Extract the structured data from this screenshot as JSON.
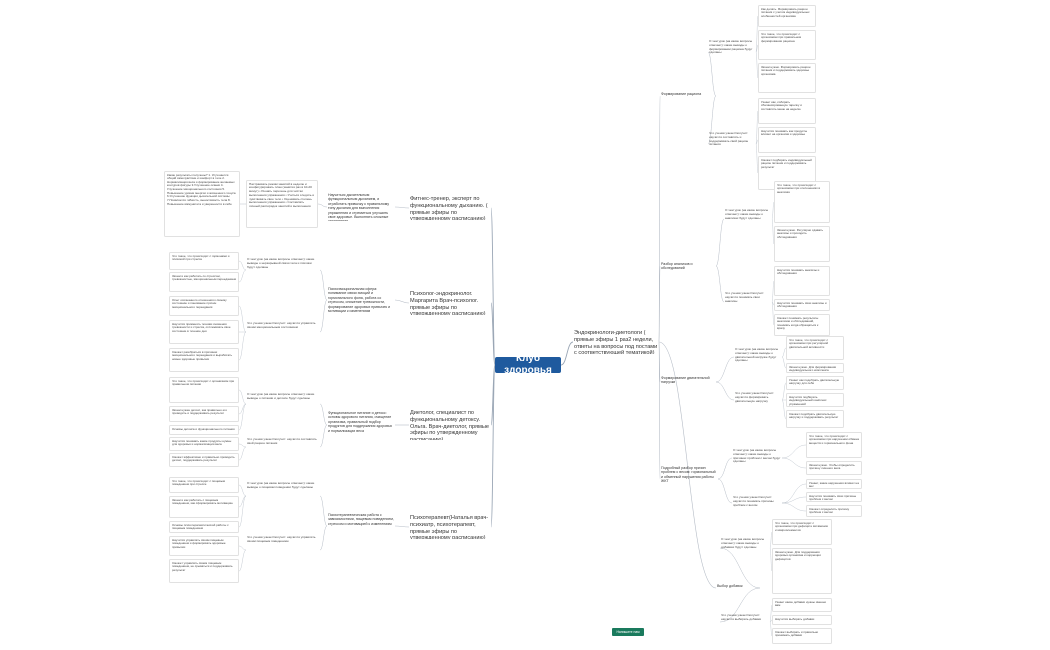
{
  "root": {
    "title": "Клуб здоровья"
  },
  "feedback_button": "Напишите нам",
  "theme_color": "#1f5a9e",
  "topics": [
    {
      "id": "t1",
      "label": "Фитнес-тренер, эксперт по функциональному дыханию. ( прямые эфиры по утвержденному расписанию)"
    },
    {
      "id": "t2",
      "label": "Психолог-эндокринолог. Маргарита Врач-психолог. прямые эфиры по утвержденному расписанию)"
    },
    {
      "id": "t3",
      "label": "Диетолог, специалист по функциональному детоксу. Ольга. Врач-диетолог, прямые эфиры по утвержденному расписанию)"
    },
    {
      "id": "t4",
      "label": "Психотерапевт(Наталья врач-психиатр, психотерапевт, прямые эфиры по утвержденному расписанию)"
    },
    {
      "id": "t5",
      "label": "Эндокринологи-диетологи ( прямые эфиры 1 раз2 недели, ответы на вопросы под постами с соответствующей тематикой)"
    }
  ],
  "left_nodes": [
    {
      "id": "l1",
      "label": "Научиться дыхательным функциональным дыханием, и отработать привычку к правильному типу дыхания для выполнения упражнения и стремиться улучшить свое здоровье. Выполнять сложные упражнения."
    },
    {
      "id": "l1a",
      "label": "Настраивать режим занятий в неделю и конфигурировать план (занятия раз в 10-20 минут) • Решать перечень для чистки выполнения упражнения • Учиться следить и чувствовать свое тело • Оценивать степень выполнения упражнения • Составлять личный распорядок занятий и выполнения"
    },
    {
      "id": "l1b",
      "label": "Какие результаты получены? 1. Улучшается общий самочувствие и комфорт в теле 2. Нормализация веса и формирование желаемых контуров фигуры 3.Улучшение осанки 4. Улучшение эмоционального состояния 5. Повышение уровня энергии и жизненного тонуса 6.Улучшение функции дыхательной системы 7.Появляется гибкость, выносливость тела 8. Повышение иммунитета и уверенности в себе"
    },
    {
      "id": "l2",
      "label": "Психоэмоциональная сфера: понимание связи эмоций и гормонального фона, работа со стрессом, снижение тревожности, формирование здоровых привычек и мотивации к изменениям"
    },
    {
      "id": "l2a",
      "label": "О чем урок (на какие вопросы отвечает): какие выводы о неразрывной связи тела и психики будут сделаны"
    },
    {
      "id": "l2a1",
      "label": "Что такое, что происходит с гормонами и психикой при стрессе"
    },
    {
      "id": "l2a2",
      "label": "Зачем и как работать со стрессом, тревожностью, эмоциональным перееданием"
    },
    {
      "id": "l2b",
      "label": "Что ученик узнает/получит: научится управлять своим эмоциональным состоянием"
    },
    {
      "id": "l2b1",
      "label": "Опыт осознанного отношения к своему состоянию и понимание причин эмоционального переедания"
    },
    {
      "id": "l2b2",
      "label": "Научится применять техники снижения тревожности и стресса, отслеживать свое состояние в течение дня"
    },
    {
      "id": "l2b3",
      "label": "Сможет разобраться в причинах эмоционального переедания и выработать новые здоровые привычки"
    },
    {
      "id": "l3",
      "label": "Функциональное питание и детокс: основы здорового питания, очищение организма, правильный подбор продуктов для поддержания здоровья и нормализации веса"
    },
    {
      "id": "l3a",
      "label": "О чем урок (на какие вопросы отвечает): какие выводы о питании и детоксе будут сделаны"
    },
    {
      "id": "l3a1",
      "label": "Что такое, что происходит с организмом при правильном питании"
    },
    {
      "id": "l3a2",
      "label": "Зачем нужен детокс, как правильно его проводить и поддерживать результат"
    },
    {
      "id": "l3a3",
      "label": "Основы детокса и функционального питания"
    },
    {
      "id": "l3b",
      "label": "Что ученик узнает/получит: научится составлять свой рацион питания"
    },
    {
      "id": "l3b1",
      "label": "Научится понимать какие продукты нужны для здоровья и нормализации веса"
    },
    {
      "id": "l3b2",
      "label": "Сможет эффективно и правильно проводить детокс, поддерживать результат"
    },
    {
      "id": "l4",
      "label": "Психотерапевтическая работа с зависимостями, пищевым поведением, стрессом и мотивацией к изменениям"
    },
    {
      "id": "l4a",
      "label": "О чем урок (на какие вопросы отвечает): какие выводы о пищевом поведении будут сделаны"
    },
    {
      "id": "l4a1",
      "label": "Что такое, что происходит с пищевым поведением при стрессе"
    },
    {
      "id": "l4a2",
      "label": "Зачем и как работать с пищевым поведением, как сформировать мотивацию"
    },
    {
      "id": "l4a3",
      "label": "Основы психотерапевтической работы с пищевым поведением"
    },
    {
      "id": "l4b",
      "label": "Что ученик узнает/получит: научится управлять своим пищевым поведением"
    },
    {
      "id": "l4b1",
      "label": "Научится управлять своим пищевым поведением и формировать здоровые привычки"
    },
    {
      "id": "l4b2",
      "label": "Сможет управлять своим пищевым поведением, не срываться и поддерживать результат"
    }
  ],
  "right_nodes": [
    {
      "id": "r1",
      "label": "Формирование рациона"
    },
    {
      "id": "r1a",
      "label": "О чем урок (на какие вопросы отвечает): какие выводы о формировании рациона будут сделаны"
    },
    {
      "id": "r1a1",
      "label": "Как делать. Формировать рацион питания с учетом индивидуальных особенностей организма"
    },
    {
      "id": "r1a2",
      "label": "Что такое, что происходит с организмом при правильном формировании рациона"
    },
    {
      "id": "r1a3",
      "label": "Зачем нужно. Формировать рацион питания и поддерживать здоровье организма"
    },
    {
      "id": "r1b",
      "label": "Что ученик узнает/получит: научится составлять и поддерживать свой рацион питания"
    },
    {
      "id": "r1b1",
      "label": "Узнает как, собирать сбалансированную тарелку и составлять меню на неделю"
    },
    {
      "id": "r1b2",
      "label": "Научится понимать как продукты влияют на организм и здоровье"
    },
    {
      "id": "r1b3",
      "label": "Сможет подбирать индивидуальный рацион питания и поддерживать результат"
    },
    {
      "id": "r2",
      "label": "Разбор анализов и обследований"
    },
    {
      "id": "r2a",
      "label": "О чем урок (на какие вопросы отвечает): какие выводы о анализах будут сделаны"
    },
    {
      "id": "r2a1",
      "label": "Что такое, что происходит с организмом при отклонениях в анализах"
    },
    {
      "id": "r2a2",
      "label": "Зачем нужно. Регулярно сдавать анализы и проходить обследования"
    },
    {
      "id": "r2b",
      "label": "Что ученик узнает/получит: научится понимать свои анализы"
    },
    {
      "id": "r2b1",
      "label": "Научится понимать анализы и обследования"
    },
    {
      "id": "r2b2",
      "label": "Научится понимать свои анализы и обследования"
    },
    {
      "id": "r2b3",
      "label": "Сможет понимать результаты анализов и обследований, понимать когда обращаться к врачу"
    },
    {
      "id": "r3",
      "label": "Формирование двигательной нагрузки"
    },
    {
      "id": "r3a",
      "label": "О чем урок (на какие вопросы отвечает): какие выводы о двигательной нагрузке будут сделаны"
    },
    {
      "id": "r3a1",
      "label": "Что такое, что происходит с организмом при регулярной двигательной активности"
    },
    {
      "id": "r3a2",
      "label": "Зачем нужно. Для формирования индивидуального комплекса упражнений"
    },
    {
      "id": "r3b",
      "label": "Что ученик узнает/получит: научится формировать двигательную нагрузку"
    },
    {
      "id": "r3b1",
      "label": "Узнает как подобрать двигательную нагрузку для себя"
    },
    {
      "id": "r3b2",
      "label": "Научится подбирать индивидуальный комплекс упражнений"
    },
    {
      "id": "r3b3",
      "label": "Сможет подобрать двигательную нагрузку и поддерживать результат"
    },
    {
      "id": "r4",
      "label": "Подробный разбор причин проблем с весом: гормональный и обменный нарушения работы ЖКТ"
    },
    {
      "id": "r4a",
      "label": "О чем урок (на какие вопросы отвечает): какие выводы о причинах проблем с весом будут сделаны"
    },
    {
      "id": "r4a1",
      "label": "Что такое, что происходит с организмом при нарушении обмена веществ и гормонального фона"
    },
    {
      "id": "r4a2",
      "label": "Зачем нужно. Чтобы определить причину лишнего веса"
    },
    {
      "id": "r4b",
      "label": "Что ученик узнает/получит: научится понимать причины проблем с весом"
    },
    {
      "id": "r4b1",
      "label": "Узнает, какие нарушения влияют на вес"
    },
    {
      "id": "r4b2",
      "label": "Научится понимать свои причины проблем с весом"
    },
    {
      "id": "r4b3",
      "label": "Сможет определить причину проблем с весом"
    },
    {
      "id": "r5",
      "label": "Выбор добавок"
    },
    {
      "id": "r5a",
      "label": "О чем урок (на какие вопросы отвечает): какие выводы о добавках будут сделаны"
    },
    {
      "id": "r5a1",
      "label": "Что такое, что происходит с организмом при дефиците витаминов и микроэлементов"
    },
    {
      "id": "r5a2",
      "label": "Зачем нужно. Для поддержания здоровья организма и коррекции дефицитов"
    },
    {
      "id": "r5b",
      "label": "Что ученик узнает/получит: научится выбирать добавки"
    },
    {
      "id": "r5b1",
      "label": "Узнает какие добавки нужны именно вам"
    },
    {
      "id": "r5b2",
      "label": "Научится выбирать добавки"
    },
    {
      "id": "r5b3",
      "label": "Сможет выбирать и правильно принимать добавки"
    }
  ]
}
